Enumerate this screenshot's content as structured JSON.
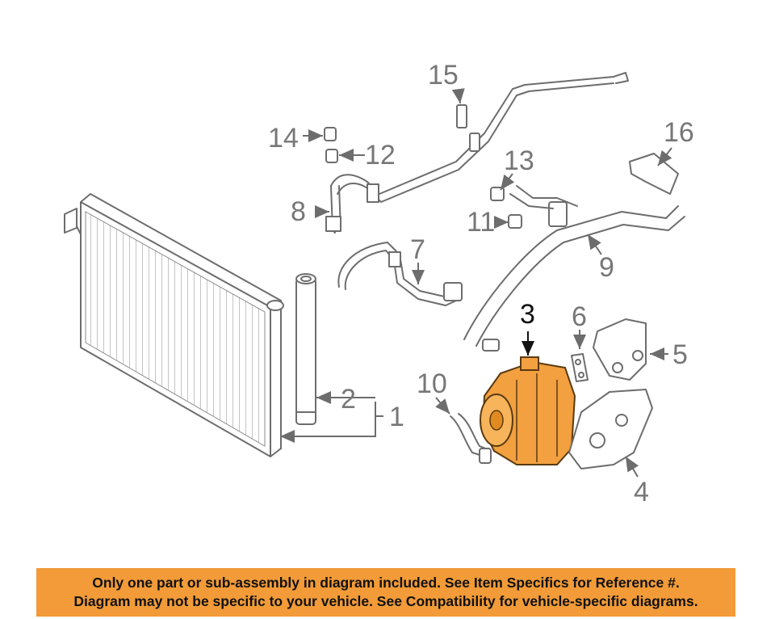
{
  "diagram": {
    "callouts": [
      {
        "id": "1",
        "label": "1"
      },
      {
        "id": "2",
        "label": "2"
      },
      {
        "id": "3",
        "label": "3",
        "highlight": true
      },
      {
        "id": "4",
        "label": "4"
      },
      {
        "id": "5",
        "label": "5"
      },
      {
        "id": "6",
        "label": "6"
      },
      {
        "id": "7",
        "label": "7"
      },
      {
        "id": "8",
        "label": "8"
      },
      {
        "id": "9",
        "label": "9"
      },
      {
        "id": "10",
        "label": "10"
      },
      {
        "id": "11",
        "label": "11"
      },
      {
        "id": "12",
        "label": "12"
      },
      {
        "id": "13",
        "label": "13"
      },
      {
        "id": "14",
        "label": "14"
      },
      {
        "id": "15",
        "label": "15"
      },
      {
        "id": "16",
        "label": "16"
      }
    ],
    "highlight_color": "#f2a040",
    "line_color": "#6d6d6d"
  },
  "disclaimer": {
    "line1": "Only one part or sub-assembly in diagram included. See Item Specifics for Reference #.",
    "line2": "Diagram may not be specific to your vehicle. See Compatibility for vehicle-specific diagrams.",
    "background": "#f29b38"
  }
}
